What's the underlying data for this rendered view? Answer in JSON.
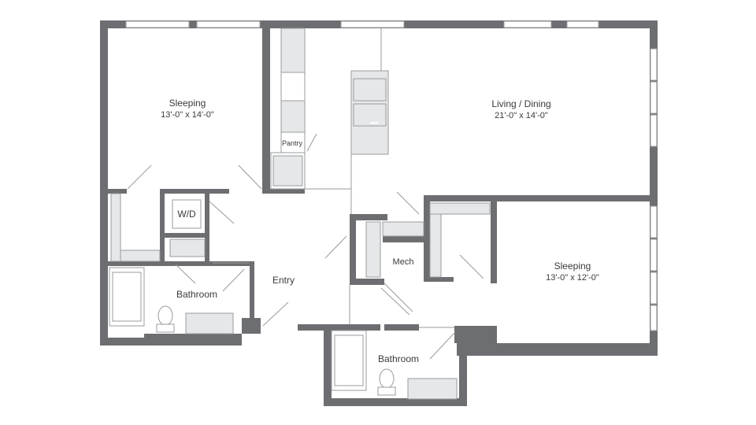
{
  "plan": {
    "rooms": [
      {
        "id": "sleeping-1",
        "name": "Sleeping",
        "dimensions": "13'-0\" x 14'-0\""
      },
      {
        "id": "living-dining",
        "name": "Living / Dining",
        "dimensions": "21'-0\" x 14'-0\""
      },
      {
        "id": "sleeping-2",
        "name": "Sleeping",
        "dimensions": "13'-0\" x 12'-0\""
      },
      {
        "id": "bathroom-1",
        "name": "Bathroom"
      },
      {
        "id": "bathroom-2",
        "name": "Bathroom"
      },
      {
        "id": "entry",
        "name": "Entry"
      },
      {
        "id": "mech",
        "name": "Mech"
      },
      {
        "id": "pantry",
        "name": "Pantry"
      },
      {
        "id": "laundry",
        "name": "W/D"
      }
    ],
    "colors": {
      "wall": "#6d6e71",
      "fixture": "#e6e7e8",
      "line": "#9a9b9e",
      "text": "#3a3a3a"
    }
  }
}
